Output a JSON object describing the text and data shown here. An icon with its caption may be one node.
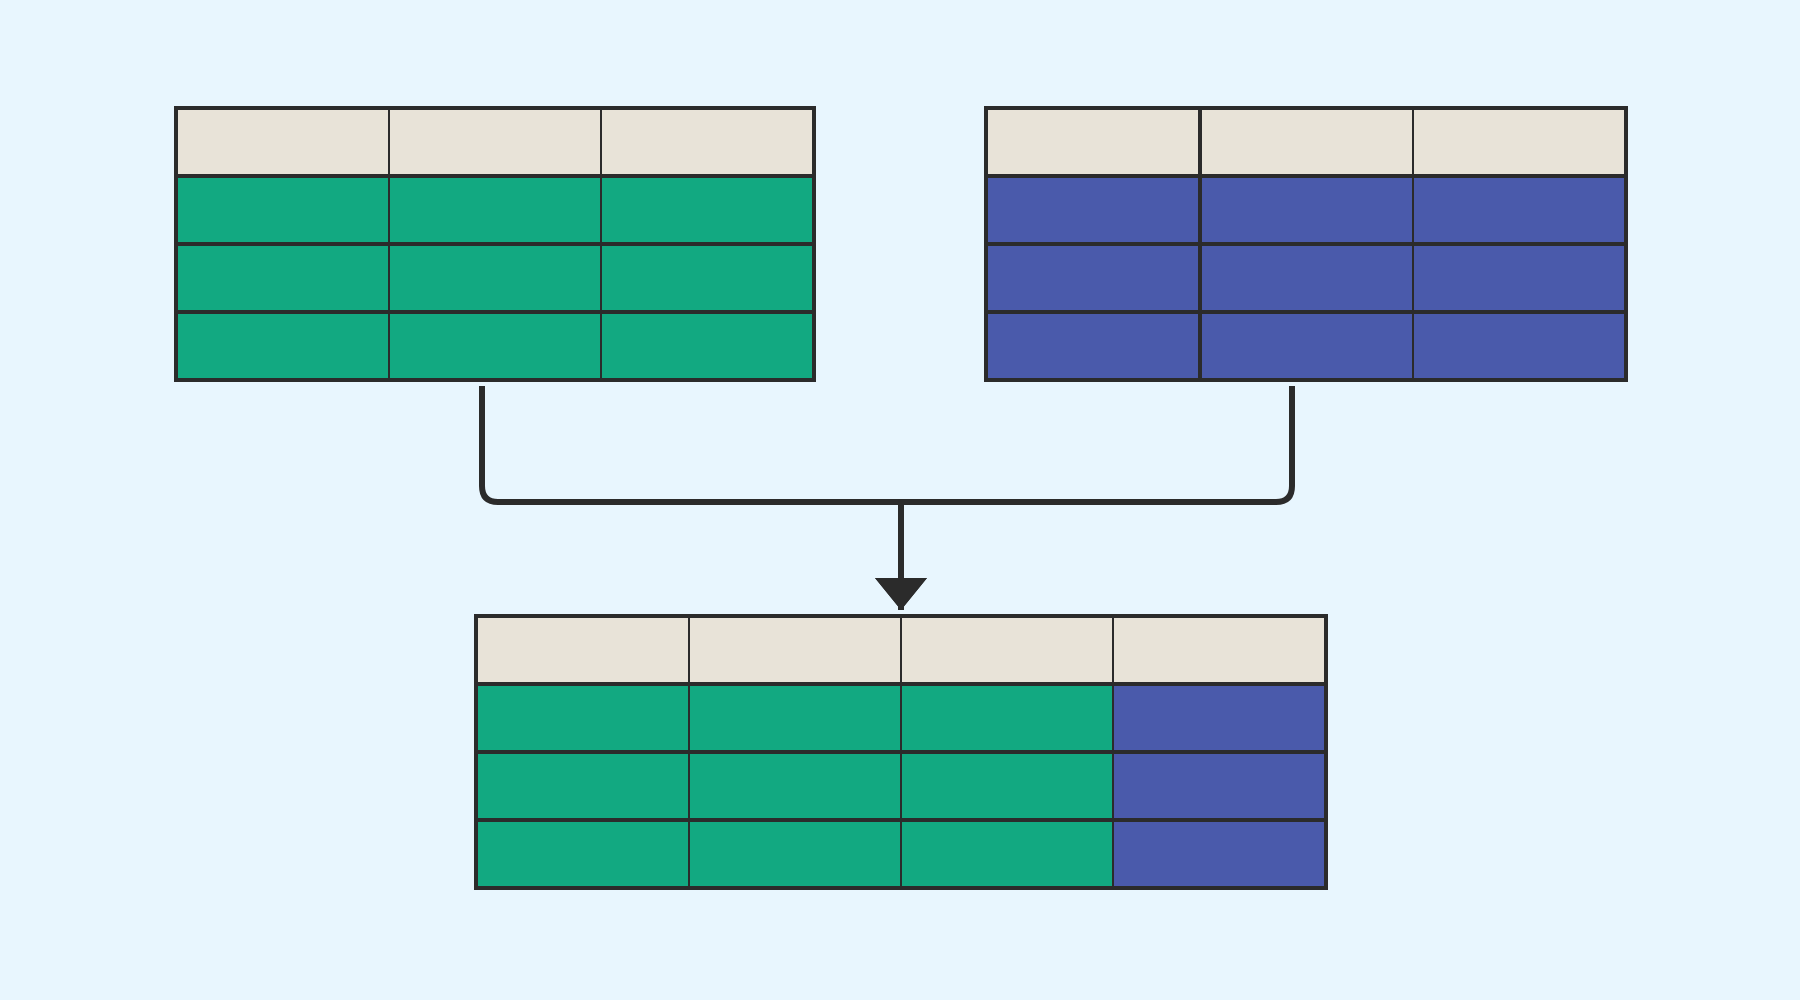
{
  "diagram": {
    "nodes": [
      {
        "text": [],
        "shape": "table"
      },
      {
        "text": [],
        "shape": "table"
      },
      {
        "text": [],
        "shape": "table"
      }
    ],
    "edges": [
      {
        "from": 0,
        "to": 2,
        "arrow": "to"
      },
      {
        "from": 1,
        "to": 2,
        "arrow": "to"
      }
    ]
  }
}
